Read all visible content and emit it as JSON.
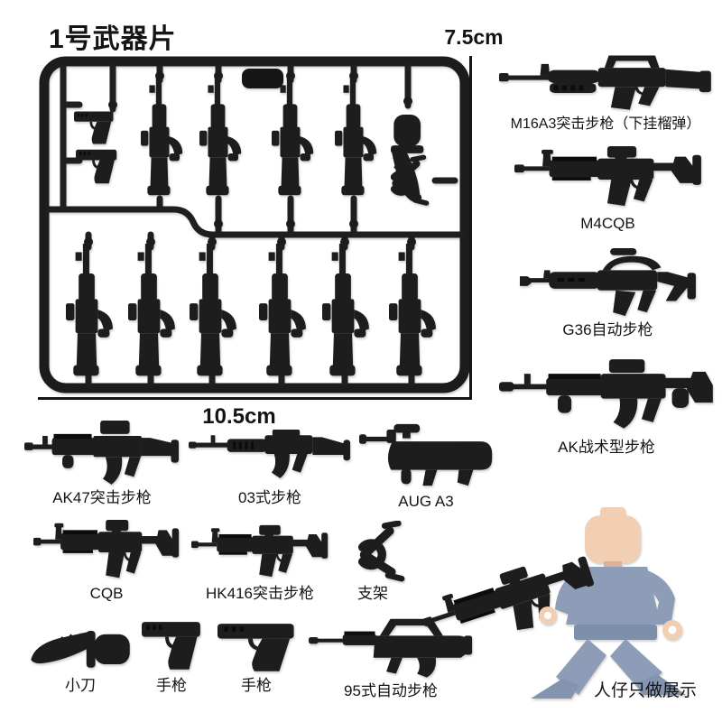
{
  "page": {
    "title": "1号武器片",
    "background": "#ffffff"
  },
  "sprue": {
    "height_label": "7.5cm",
    "width_label": "10.5cm",
    "plastic_color": "#1c1c1c"
  },
  "right_column": {
    "items": [
      {
        "id": "m16a3",
        "label": "M16A3突击步枪（下挂榴弹）"
      },
      {
        "id": "m4cqb",
        "label": "M4CQB"
      },
      {
        "id": "g36",
        "label": "G36自动步枪"
      },
      {
        "id": "ak-tactical",
        "label": "AK战术型步枪"
      }
    ]
  },
  "showcase": {
    "row1": [
      {
        "id": "ak47",
        "label": "AK47突击步枪"
      },
      {
        "id": "type03",
        "label": "03式步枪"
      },
      {
        "id": "aug-a3",
        "label": "AUG A3"
      }
    ],
    "row2": [
      {
        "id": "cqb",
        "label": "CQB"
      },
      {
        "id": "hk416",
        "label": "HK416突击步枪"
      },
      {
        "id": "stand",
        "label": "支架"
      }
    ],
    "row3": [
      {
        "id": "knife",
        "label": "小刀"
      },
      {
        "id": "pistol-1",
        "label": "手枪"
      },
      {
        "id": "pistol-2",
        "label": "手枪"
      },
      {
        "id": "type95",
        "label": "95式自动步枪"
      }
    ]
  },
  "minifigure": {
    "label": "人仔只做展示",
    "torso_color": "#8d9db7",
    "hip_color": "#7e8fa9",
    "leg_color": "#8797b1",
    "skin_color": "#f2ceb2"
  },
  "colors": {
    "weapon_black": "#1d1d1d",
    "text": "#141414",
    "dimension_line": "#161616"
  }
}
